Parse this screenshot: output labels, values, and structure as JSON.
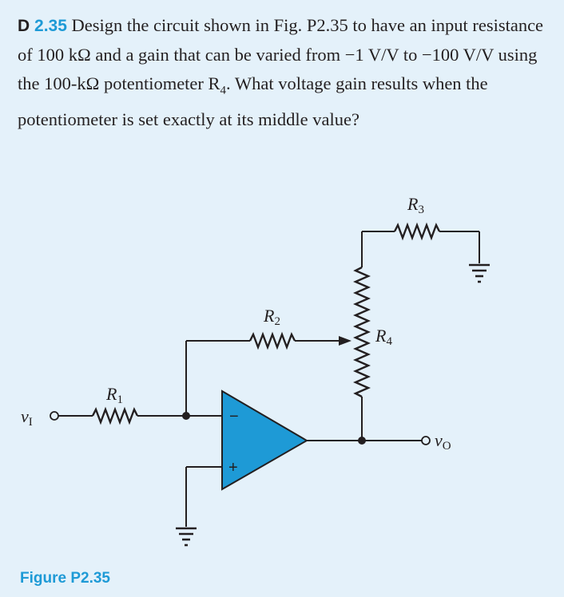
{
  "problem": {
    "prefix": "D",
    "number": "2.35",
    "text": "Design the circuit shown in Fig. P2.35 to have an input resistance of 100 kΩ and a gain that can be varied from −1 V/V to −100 V/V using the 100-kΩ potentiometer R",
    "text_sub": "4",
    "text_end": ". What voltage gain results when the potentiometer is set exactly at its middle value?"
  },
  "circuit": {
    "labels": {
      "R1": "R",
      "R1_sub": "1",
      "R2": "R",
      "R2_sub": "2",
      "R3": "R",
      "R3_sub": "3",
      "R4": "R",
      "R4_sub": "4",
      "vI": "v",
      "vI_sub": "I",
      "vO": "v",
      "vO_sub": "O",
      "minus": "−",
      "plus": "+"
    }
  },
  "figure_caption": "Figure P2.35"
}
